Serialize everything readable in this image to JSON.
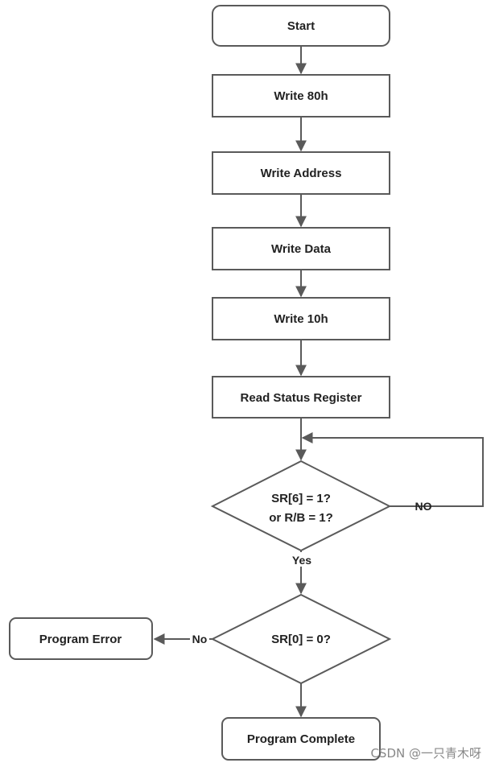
{
  "nodes": {
    "start": "Start",
    "write_80h": "Write 80h",
    "write_address": "Write Address",
    "write_data": "Write Data",
    "write_10h": "Write 10h",
    "read_status": "Read Status Register",
    "decision_ready_line1": "SR[6] = 1?",
    "decision_ready_line2": "or R/B = 1?",
    "decision_pass": "SR[0] = 0?",
    "program_error": "Program Error",
    "program_complete": "Program Complete"
  },
  "edges": {
    "ready_no": "NO",
    "ready_yes": "Yes",
    "pass_no": "No"
  },
  "watermark": "CSDN @一只青木呀"
}
